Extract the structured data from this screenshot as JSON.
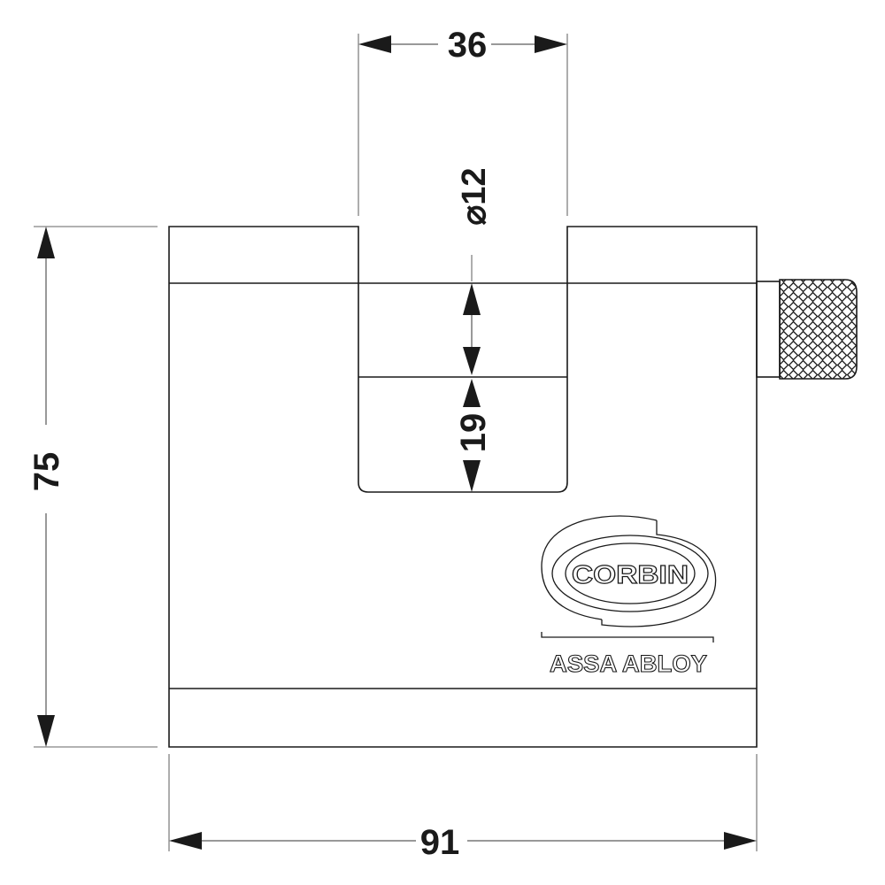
{
  "dimensions": {
    "shackle_gap_width": "36",
    "shackle_diameter": "⌀12",
    "shackle_clearance": "19",
    "body_height": "75",
    "body_width": "91"
  },
  "branding": {
    "logo_text": "CORBIN",
    "company_text": "ASSA ABLOY"
  },
  "colors": {
    "line": "#1a1a1a",
    "background": "#ffffff"
  }
}
